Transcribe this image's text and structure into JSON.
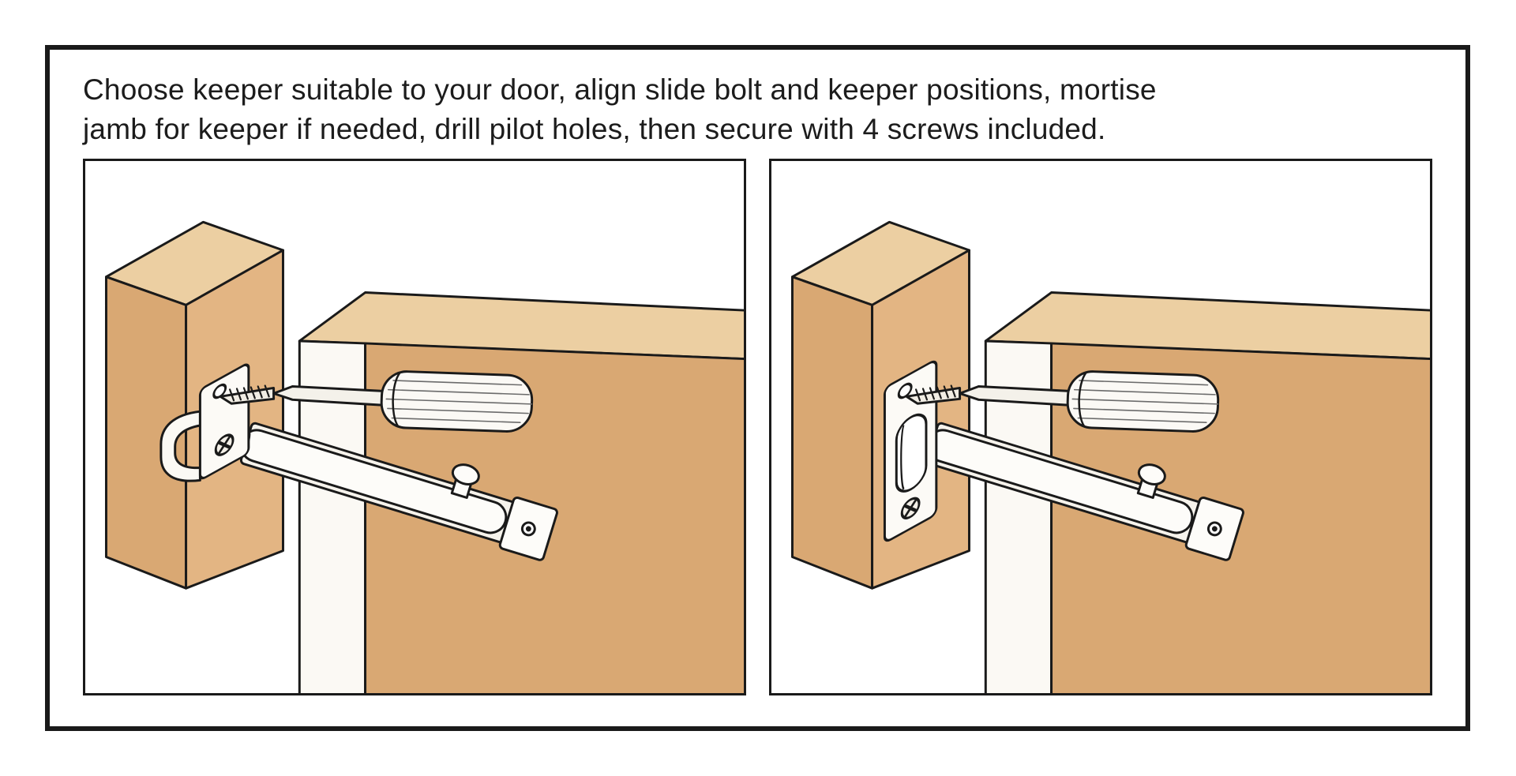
{
  "instructions": {
    "line1": "Choose keeper suitable to your door, align slide bolt and keeper positions, mortise",
    "line2": "jamb for keeper if needed, drill pilot holes, then secure with 4 screws included."
  },
  "illustrations": {
    "left_panel": {
      "icon": "surface-mount-keeper-installation-icon",
      "parts": [
        "door-jamb",
        "door",
        "slide-bolt",
        "surface-mount-keeper",
        "screw",
        "screwdriver"
      ]
    },
    "right_panel": {
      "icon": "mortise-strike-plate-installation-icon",
      "parts": [
        "door-jamb",
        "door",
        "slide-bolt",
        "mortise-strike-plate-keeper",
        "screw",
        "screwdriver"
      ]
    }
  },
  "colors": {
    "outline": "#1a1a1a",
    "wood_top": "#eccfa2",
    "wood_face": "#d9a873",
    "wood_edge": "#e3b583",
    "hardware": "#fbf9f4",
    "background": "#ffffff"
  }
}
